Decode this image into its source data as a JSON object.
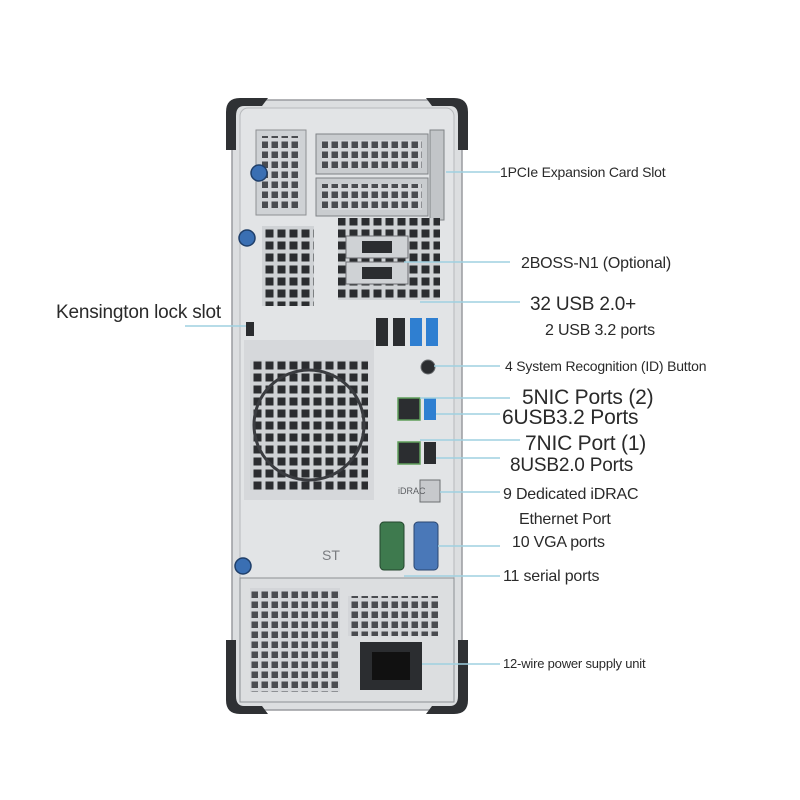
{
  "labels": {
    "kensington": "Kensington lock slot",
    "l1": "1PCIe Expansion Card Slot",
    "l2": "2BOSS-N1 (Optional)",
    "l3a": "32 USB 2.0+",
    "l3b": "2 USB 3.2 ports",
    "l4": "4 System Recognition (ID) Button",
    "l5": "5NIC Ports (2)",
    "l6": "6USB3.2 Ports",
    "l7": "7NIC Port (1)",
    "l8": "8USB2.0 Ports",
    "l9": "9 Dedicated iDRAC",
    "l9b": "Ethernet Port",
    "l10": "10 VGA ports",
    "l11": "11 serial ports",
    "l12": "12-wire power supply unit"
  },
  "panel_marks": {
    "st": "ST",
    "idrac": "iDRAC"
  },
  "colors": {
    "chassis": "#d9dbdd",
    "bumper": "#2f3134",
    "thumbscrew": "#3a6fb3",
    "port_blue": "#2f7fd1",
    "serial_green": "#3e7a4e",
    "vga_blue": "#4a78b8",
    "leader_line": "#9fd0e0"
  }
}
